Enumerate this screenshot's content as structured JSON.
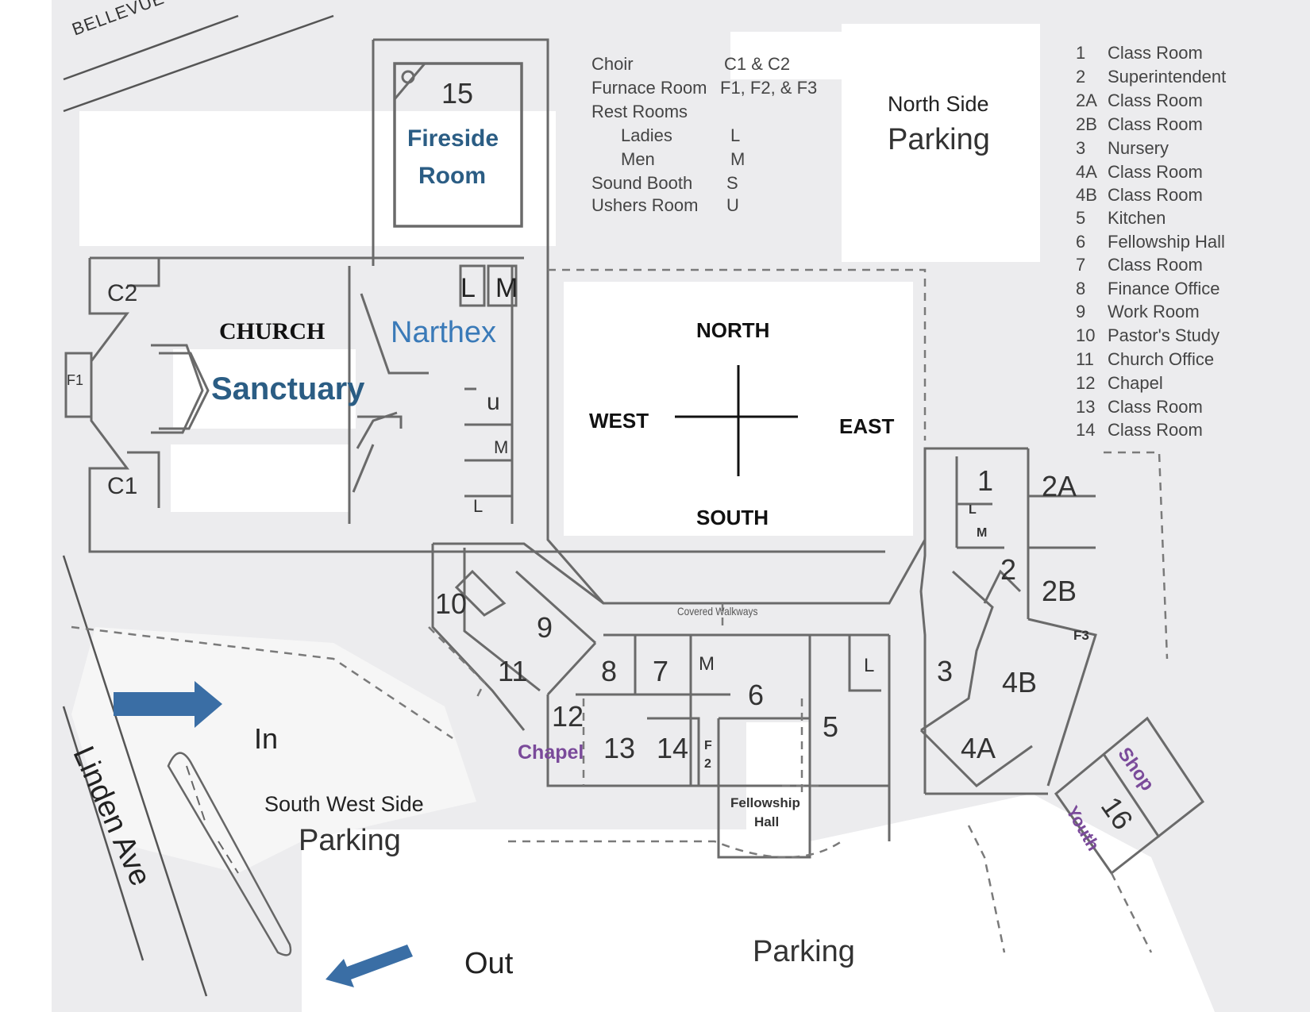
{
  "street": {
    "bellevue": "BELLEVUE",
    "linden": "Linden Ave"
  },
  "building": {
    "church": "CHURCH",
    "sanctuary": "Sanctuary",
    "narthex": "Narthex",
    "fireside_num": "15",
    "fireside_line1": "Fireside",
    "fireside_line2": "Room",
    "covered_walkways": "Covered Walkways",
    "chapel": "Chapel",
    "fellowship_line1": "Fellowship",
    "fellowship_line2": "Hall",
    "shop": "Shop",
    "youth": "Youth",
    "youth_num": "16"
  },
  "rooms": {
    "r1": "1",
    "r2": "2",
    "r2a": "2A",
    "r2b": "2B",
    "r3": "3",
    "r4a": "4A",
    "r4b": "4B",
    "r5": "5",
    "r6": "6",
    "r7": "7",
    "r8": "8",
    "r9": "9",
    "r10": "10",
    "r11": "11",
    "r12": "12",
    "r13": "13",
    "r14": "14",
    "c1": "C1",
    "c2": "C2",
    "f1": "F1",
    "f2a": "F",
    "f2b": "2",
    "f3": "F3",
    "l_main": "L",
    "m_main": "M",
    "u_west": "u",
    "m_west": "M",
    "l_west": "L",
    "l_east": "L",
    "m_east": "M",
    "m_center": "M",
    "l_center": "L"
  },
  "compass": {
    "north": "NORTH",
    "south": "SOUTH",
    "east": "EAST",
    "west": "WEST"
  },
  "key_legend": [
    {
      "name": "Choir",
      "code": "C1 & C2"
    },
    {
      "name": "Furnace Room",
      "code": "F1, F2, & F3"
    },
    {
      "name": "Rest Rooms",
      "code": ""
    },
    {
      "name": "Ladies",
      "code": "L"
    },
    {
      "name": "Men",
      "code": "M"
    },
    {
      "name": "Sound Booth",
      "code": "S"
    },
    {
      "name": "Ushers Room",
      "code": "U"
    }
  ],
  "room_legend": [
    {
      "num": "1",
      "name": "Class Room"
    },
    {
      "num": "2",
      "name": "Superintendent"
    },
    {
      "num": "2A",
      "name": "Class Room"
    },
    {
      "num": "2B",
      "name": "Class Room"
    },
    {
      "num": "3",
      "name": "Nursery"
    },
    {
      "num": "4A",
      "name": "Class Room"
    },
    {
      "num": "4B",
      "name": "Class Room"
    },
    {
      "num": "5",
      "name": "Kitchen"
    },
    {
      "num": "6",
      "name": "Fellowship Hall"
    },
    {
      "num": "7",
      "name": "Class Room"
    },
    {
      "num": "8",
      "name": "Finance Office"
    },
    {
      "num": "9",
      "name": "Work Room"
    },
    {
      "num": "10",
      "name": "Pastor's Study"
    },
    {
      "num": "11",
      "name": "Church Office"
    },
    {
      "num": "12",
      "name": "Chapel"
    },
    {
      "num": "13",
      "name": "Class Room"
    },
    {
      "num": "14",
      "name": "Class Room"
    }
  ],
  "parking": {
    "north_line1": "North Side",
    "north_line2": "Parking",
    "sw_line1": "South West Side",
    "sw_line2": "Parking",
    "south": "Parking",
    "in": "In",
    "out": "Out"
  },
  "colors": {
    "background": "#ececee",
    "lines": "#6a6a6a",
    "arrow": "#3a6ea5",
    "blue_text": "#2b5d84",
    "purple_text": "#7a4a9a"
  }
}
